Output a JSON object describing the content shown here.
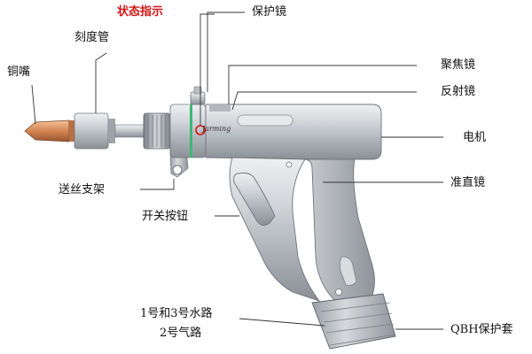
{
  "labels": {
    "status_indicator": "状态指示",
    "protective_lens": "保护镜",
    "scale_tube": "刻度管",
    "copper_nozzle": "铜嘴",
    "focus_lens": "聚焦镜",
    "reflector_lens": "反射镜",
    "motor": "电机",
    "wire_feed_bracket": "送丝支架",
    "collimator_lens": "准直镜",
    "switch_button": "开关按钮",
    "water_path": "1号和3号水路",
    "gas_path": "2号气路",
    "qbh_sleeve": "QBH保护套"
  },
  "brand_mark": "Jarming",
  "colors": {
    "highlight": "#d41414",
    "leader_line": "#333333",
    "body_metal": "#c9ccd0",
    "copper": "#d08050",
    "status_ring": "#3cb878"
  }
}
